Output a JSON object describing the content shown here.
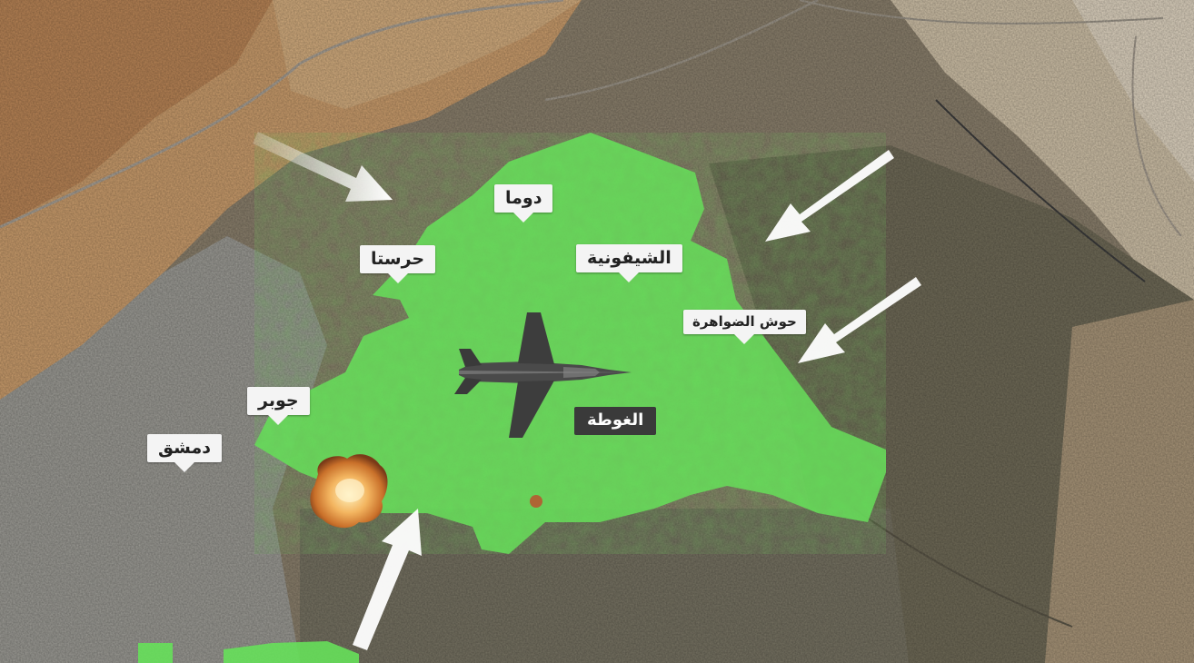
{
  "map": {
    "places": [
      {
        "id": "douma",
        "name": "دوما"
      },
      {
        "id": "harasta",
        "name": "حرستا"
      },
      {
        "id": "shifuniya",
        "name": "الشيفونية"
      },
      {
        "id": "hawsh",
        "name": "حوش الضواهرة"
      },
      {
        "id": "jobar",
        "name": "جوبر"
      },
      {
        "id": "damascus",
        "name": "دمشق"
      }
    ],
    "region": {
      "name": "الغوطة",
      "color": "#66e05a"
    },
    "icons": [
      "fighter-jet-icon",
      "explosion-icon",
      "attack-arrow-icon"
    ]
  }
}
